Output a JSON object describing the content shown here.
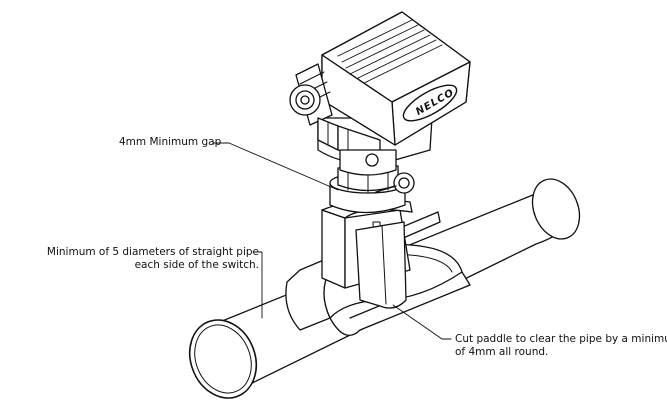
{
  "brand": "NELCO",
  "annotations": {
    "gap": "4mm Minimum gap",
    "pipe_line1": "Minimum of 5 diameters of straight pipe",
    "pipe_line2": "each side of the switch.",
    "paddle_line1": "Cut paddle to clear the pipe by a minimum",
    "paddle_line2": "of 4mm all round."
  }
}
